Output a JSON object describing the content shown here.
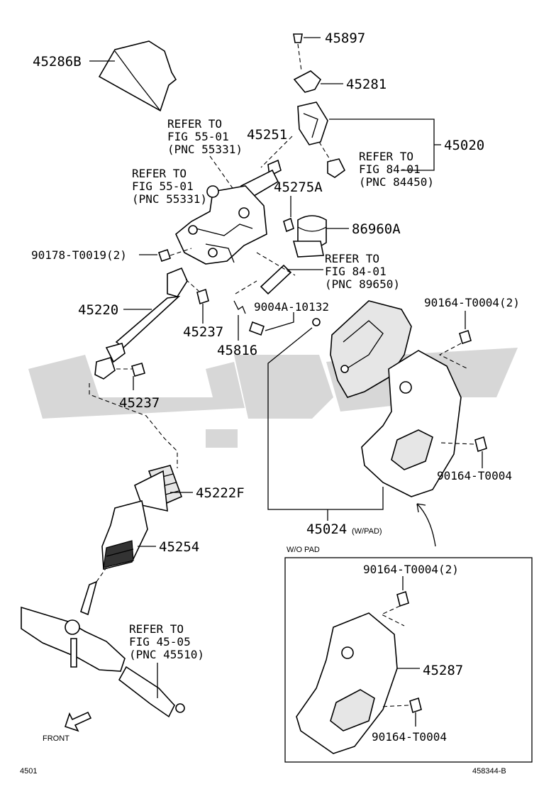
{
  "labels": {
    "p45897": "45897",
    "p45286B": "45286B",
    "p45281": "45281",
    "p45020": "45020",
    "p45251": "45251",
    "p45275A": "45275A",
    "p86960A": "86960A",
    "p90178": "90178-T0019(2)",
    "p45220": "45220",
    "p45237a": "45237",
    "p45816": "45816",
    "p9004A": "9004A-10132",
    "p45237b": "45237",
    "p90164a": "90164-T0004(2)",
    "p90164b": "90164-T0004",
    "p45222F": "45222F",
    "p45254": "45254",
    "p45024": "45024",
    "p45024note": "(W/PAD)",
    "wopad": "W/O PAD",
    "p90164c": "90164-T0004(2)",
    "p45287": "45287",
    "p90164d": "90164-T0004",
    "front": "FRONT",
    "page_id": "4501",
    "diagram_id": "458344-B"
  },
  "refs": {
    "r1": [
      "REFER TO",
      "FIG 55-01",
      "(PNC 55331)"
    ],
    "r2": [
      "REFER TO",
      "FIG 55-01",
      "(PNC 55331)"
    ],
    "r3": [
      "REFER TO",
      "FIG 84-01",
      "(PNC 84450)"
    ],
    "r4": [
      "REFER TO",
      "FIG 84-01",
      "(PNC 89650)"
    ],
    "r5": [
      "REFER TO",
      "FIG 45-05",
      "(PNC 45510)"
    ]
  }
}
